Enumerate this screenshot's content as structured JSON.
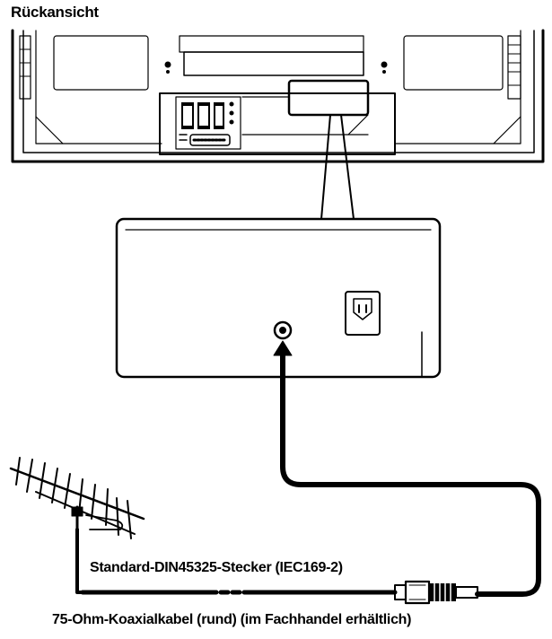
{
  "labels": {
    "title": "Rückansicht",
    "plug": "Standard-DIN45325-Stecker (IEC169-2)",
    "cable": "75-Ohm-Koaxialkabel (rund) (im Fachhandel erhältlich)"
  },
  "colors": {
    "ink": "#000000",
    "paper": "#ffffff",
    "panel_shade": "#e6e6e6"
  }
}
